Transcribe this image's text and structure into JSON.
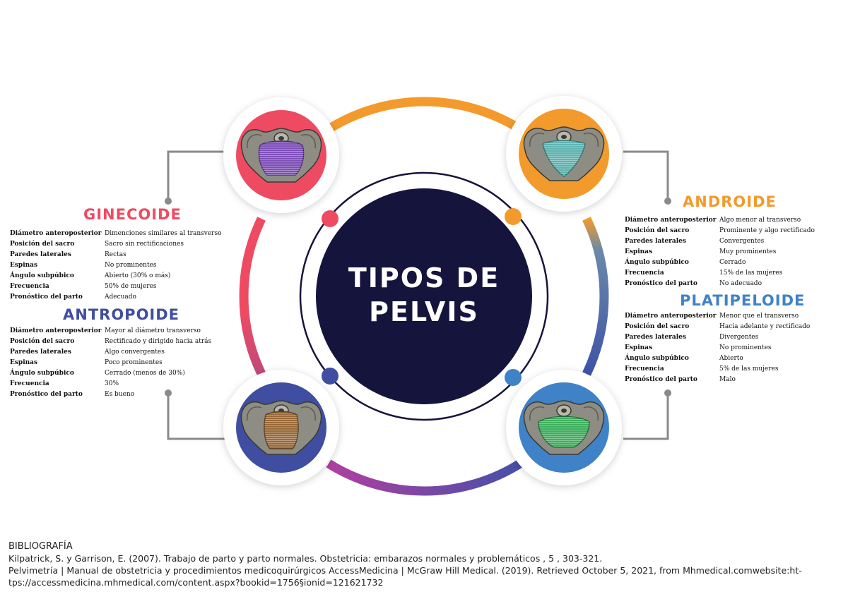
{
  "center": {
    "title_line1": "TIPOS DE",
    "title_line2": "PELVIS"
  },
  "colors": {
    "ginecoide": "#ee4b62",
    "androide": "#f39a2c",
    "antropoide": "#3f4ea0",
    "platipeloide": "#3f82c8",
    "center": "#15143d",
    "connector": "#8a8a8a"
  },
  "labels": [
    "Diámetro anteroposterior",
    "Posición del sacro",
    "Paredes laterales",
    "Espinas",
    "Ángulo subpúbico",
    "Frecuencia",
    "Pronóstico del parto"
  ],
  "types": {
    "ginecoide": {
      "name": "GINECOIDE",
      "values": [
        "Dimenciones similares al transverso",
        "Sacro sin rectificaciones",
        "Rectas",
        "No prominentes",
        "Abierto (30% o más)",
        "50% de mujeres",
        "Adecuado"
      ]
    },
    "antropoide": {
      "name": "ANTROPOIDE",
      "values": [
        "Mayor al diámetro transverso",
        "Rectificado y dirigido hacia atrás",
        "Algo convergentes",
        "Poco prominentes",
        "Cerrado (menos de 30%)",
        "30%",
        "Es bueno"
      ]
    },
    "androide": {
      "name": "ANDROIDE",
      "values": [
        "Algo menor al transverso",
        "Prominente y algo rectificado",
        "Convergentes",
        "Muy prominentes",
        "Cerrado",
        "15% de las mujeres",
        "No adecuado"
      ]
    },
    "platipeloide": {
      "name": "PLATIPELOIDE",
      "values": [
        "Menor que el transverso",
        "Hacia adelante y rectificado",
        "Divergentes",
        "No prominentes",
        "Abierto",
        "5% de las mujeres",
        "Malo"
      ]
    }
  },
  "bibliography": {
    "heading": "BIBLIOGRAFÍA",
    "ref1": "Kilpatrick, S. y Garrison, E. (2007). Trabajo de parto y parto normales. Obstetricia: embarazos normales y problemáticos , 5 , 303-321.",
    "ref2_line1": "Pelvimetría | Manual de obstetricia y procedimientos medicoquirúrgicos AccessMedicina | McGraw Hill Medical. (2019). Retrieved October 5, 2021, from Mhmedical.comwebsite:ht-",
    "ref2_line2": "tps://accessmedicina.mhmedical.com/content.aspx?bookid=1756§ionid=121621732"
  }
}
